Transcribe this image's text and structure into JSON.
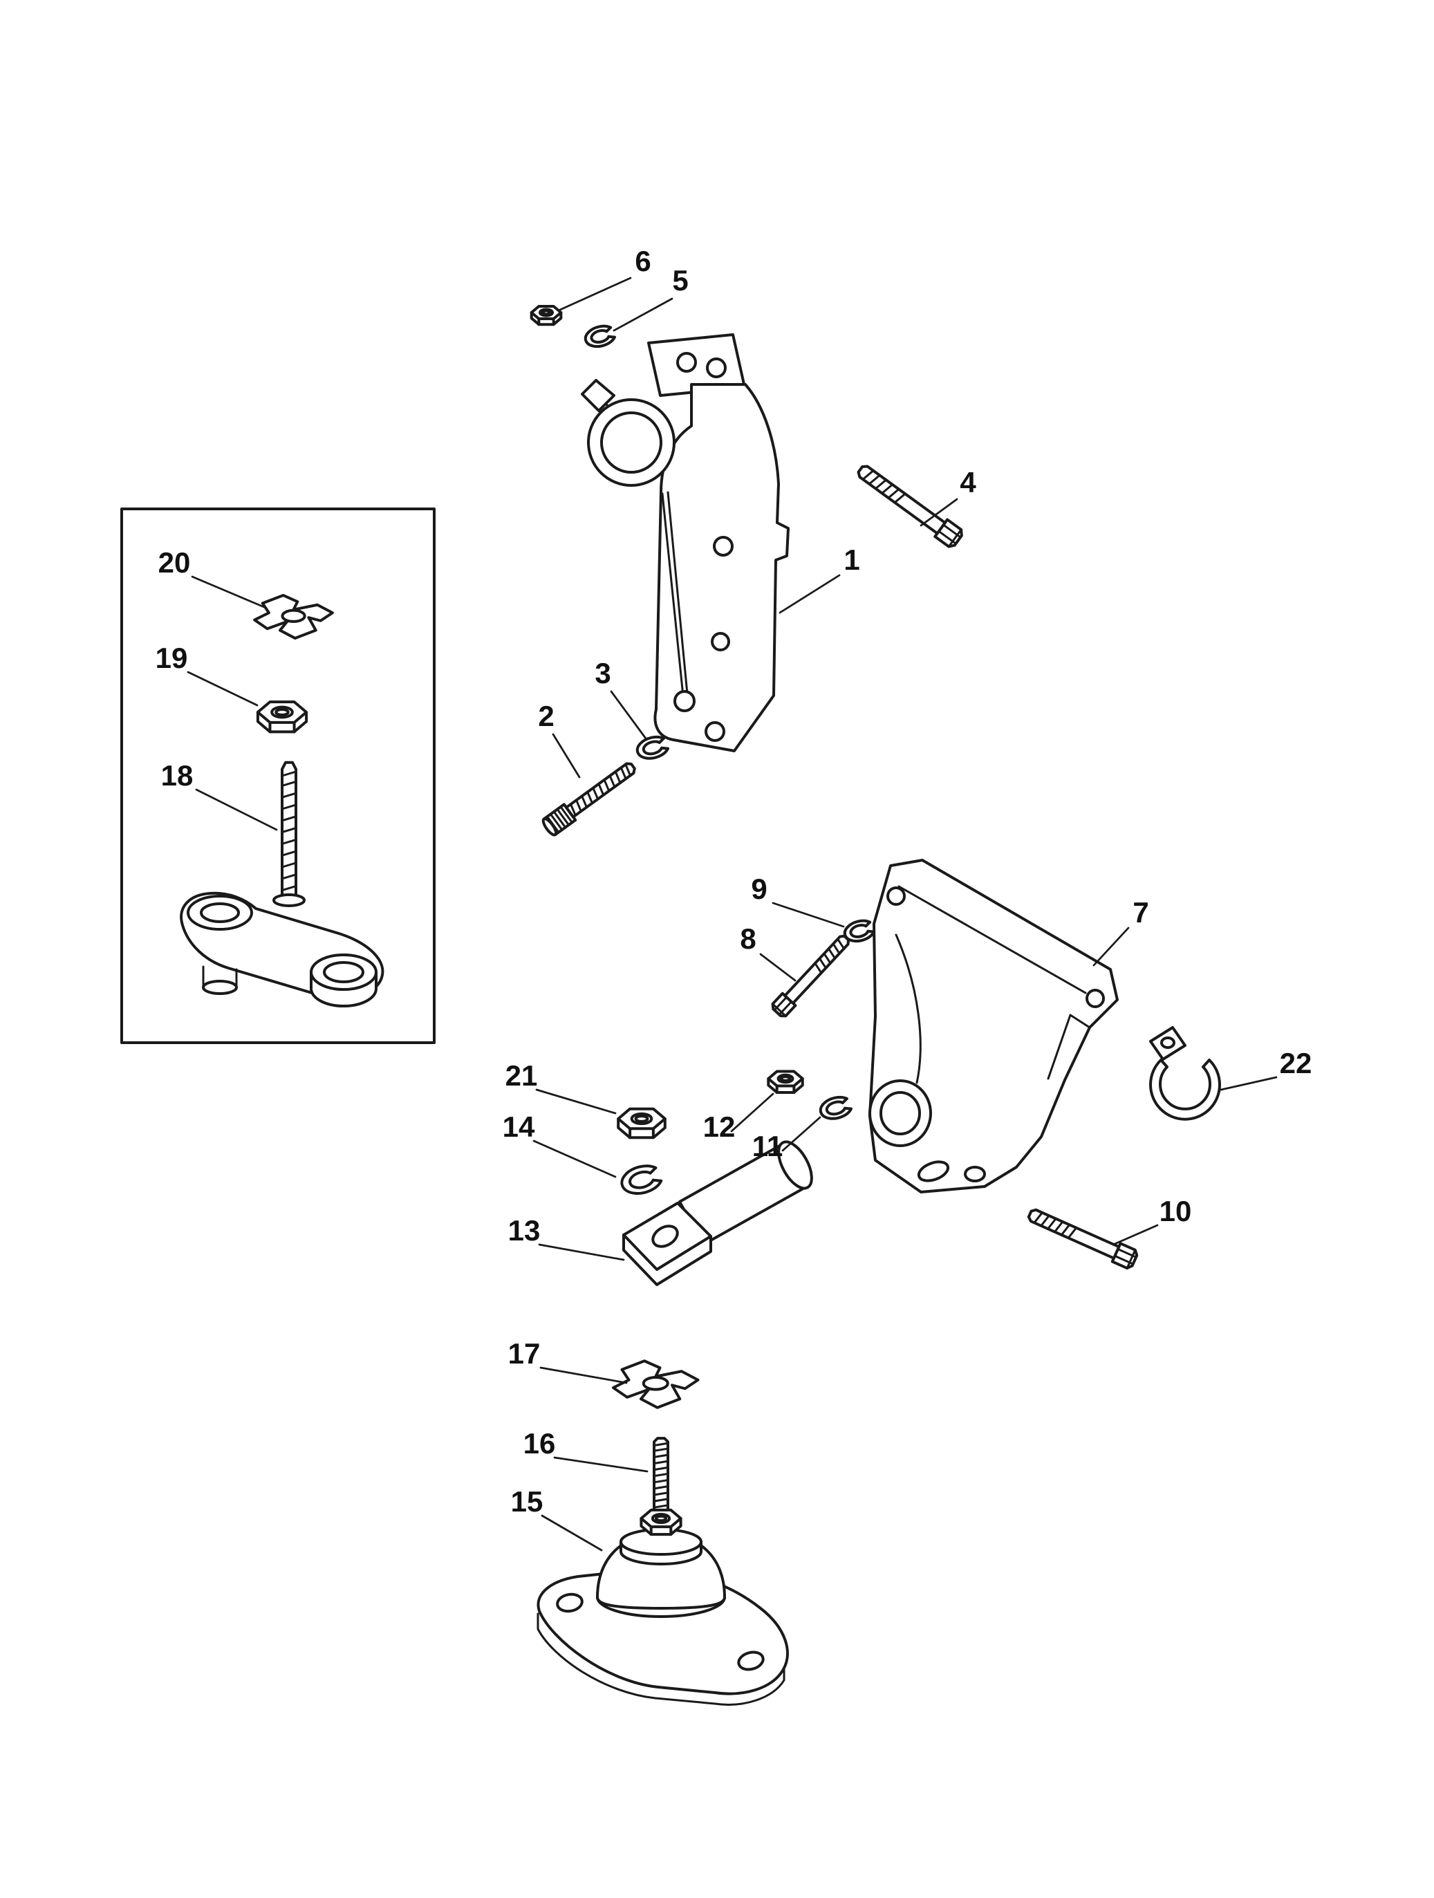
{
  "colors": {
    "background": "#ffffff",
    "line": "#1a1a1a",
    "label": "#111111"
  },
  "diagram": {
    "kind": "exploded-parts-diagram",
    "callouts": [
      {
        "label": "1",
        "part": "engine-mount-bracket"
      },
      {
        "label": "2",
        "part": "cap-screw"
      },
      {
        "label": "3",
        "part": "lock-washer"
      },
      {
        "label": "4",
        "part": "hex-bolt"
      },
      {
        "label": "5",
        "part": "lock-washer"
      },
      {
        "label": "6",
        "part": "hex-nut"
      },
      {
        "label": "7",
        "part": "mount-bracket"
      },
      {
        "label": "8",
        "part": "hex-bolt"
      },
      {
        "label": "9",
        "part": "lock-washer"
      },
      {
        "label": "10",
        "part": "hex-bolt"
      },
      {
        "label": "11",
        "part": "lock-washer"
      },
      {
        "label": "12",
        "part": "hex-nut"
      },
      {
        "label": "13",
        "part": "spacer-link"
      },
      {
        "label": "14",
        "part": "lock-washer"
      },
      {
        "label": "15",
        "part": "lower-mount"
      },
      {
        "label": "16",
        "part": "threaded-stud"
      },
      {
        "label": "17",
        "part": "tab-washer"
      },
      {
        "label": "18",
        "part": "mount-link"
      },
      {
        "label": "19",
        "part": "hex-nut"
      },
      {
        "label": "20",
        "part": "tab-washer"
      },
      {
        "label": "21",
        "part": "hex-nut"
      },
      {
        "label": "22",
        "part": "cable-clamp"
      }
    ]
  }
}
